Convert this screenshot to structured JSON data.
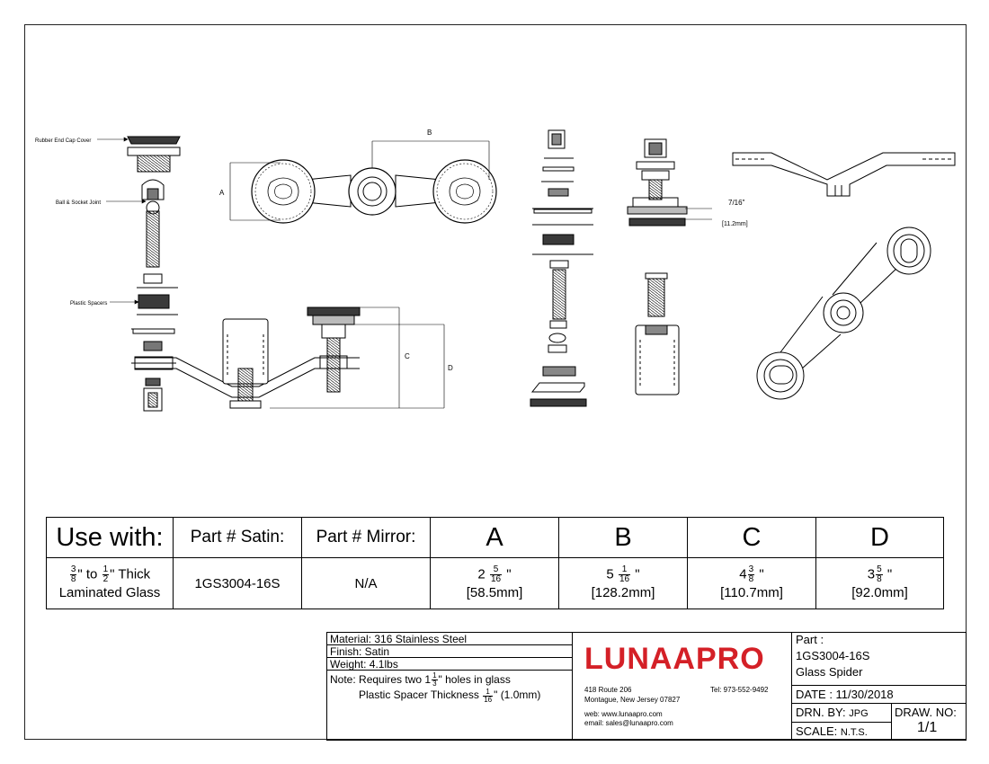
{
  "callouts": {
    "rubber_end_cap": "Rubber End Cap Cover",
    "ball_socket": "Ball & Socket Joint",
    "plastic_spacers": "Plastic Spacers"
  },
  "dims": {
    "A": "A",
    "B": "B",
    "C": "C",
    "D": "D",
    "gap_fraction": "7/16\"",
    "gap_mm": "[11.2mm]"
  },
  "spec_table": {
    "headers": {
      "use_with": "Use with:",
      "part_satin": "Part # Satin:",
      "part_mirror": "Part # Mirror:",
      "a": "A",
      "b": "B",
      "c": "C",
      "d": "D"
    },
    "row": {
      "use_with": {
        "from_num": "3",
        "from_den": "8",
        "to": "\" to",
        "to_num": "1",
        "to_den": "2",
        "suffix": "\" Thick",
        "line2": "Laminated Glass"
      },
      "part_satin": "1GS3004-16S",
      "part_mirror": "N/A",
      "a": {
        "whole": "2",
        "num": "5",
        "den": "16",
        "unit": "\"",
        "mm": "[58.5mm]"
      },
      "b": {
        "whole": "5",
        "num": "1",
        "den": "16",
        "unit": "\"",
        "mm": "[128.2mm]"
      },
      "c": {
        "whole": "4",
        "num": "3",
        "den": "8",
        "unit": "\"",
        "mm": "[110.7mm]"
      },
      "d": {
        "whole": "3",
        "num": "5",
        "den": "8",
        "unit": "\"",
        "mm": "[92.0mm]"
      }
    }
  },
  "title_block": {
    "material": "Material: 316 Stainless Steel",
    "finish": "Finish: Satin",
    "weight": "Weight: 4.1lbs",
    "note_label": "Note:",
    "note_line1_pre": "Requires two 1",
    "note_line1_num": "1",
    "note_line1_den": "3",
    "note_line1_post": "\" holes in glass",
    "note_line2_pre": "Plastic Spacer Thickness",
    "note_line2_num": "1",
    "note_line2_den": "16",
    "note_line2_post": "\" (1.0mm)",
    "logo": "LUNAAPRO",
    "address1": "418 Route 206",
    "address2": "Montague, New Jersey 07827",
    "tel": "Tel: 973-552-9492",
    "web": "web: www.lunaapro.com",
    "email": "email: sales@lunaapro.com",
    "part_label": "Part :",
    "part_number": "1GS3004-16S",
    "part_name": "Glass Spider",
    "date": "DATE : 11/30/2018",
    "drn_label": "DRN. BY:",
    "drn_value": "JPG",
    "draw_no_label": "DRAW. NO:",
    "draw_no_value": "1/1",
    "scale_label": "SCALE:",
    "scale_value": "N.T.S."
  },
  "colors": {
    "line": "#000000",
    "fill_dark": "#3a3a3a",
    "logo_red": "#d42027"
  }
}
